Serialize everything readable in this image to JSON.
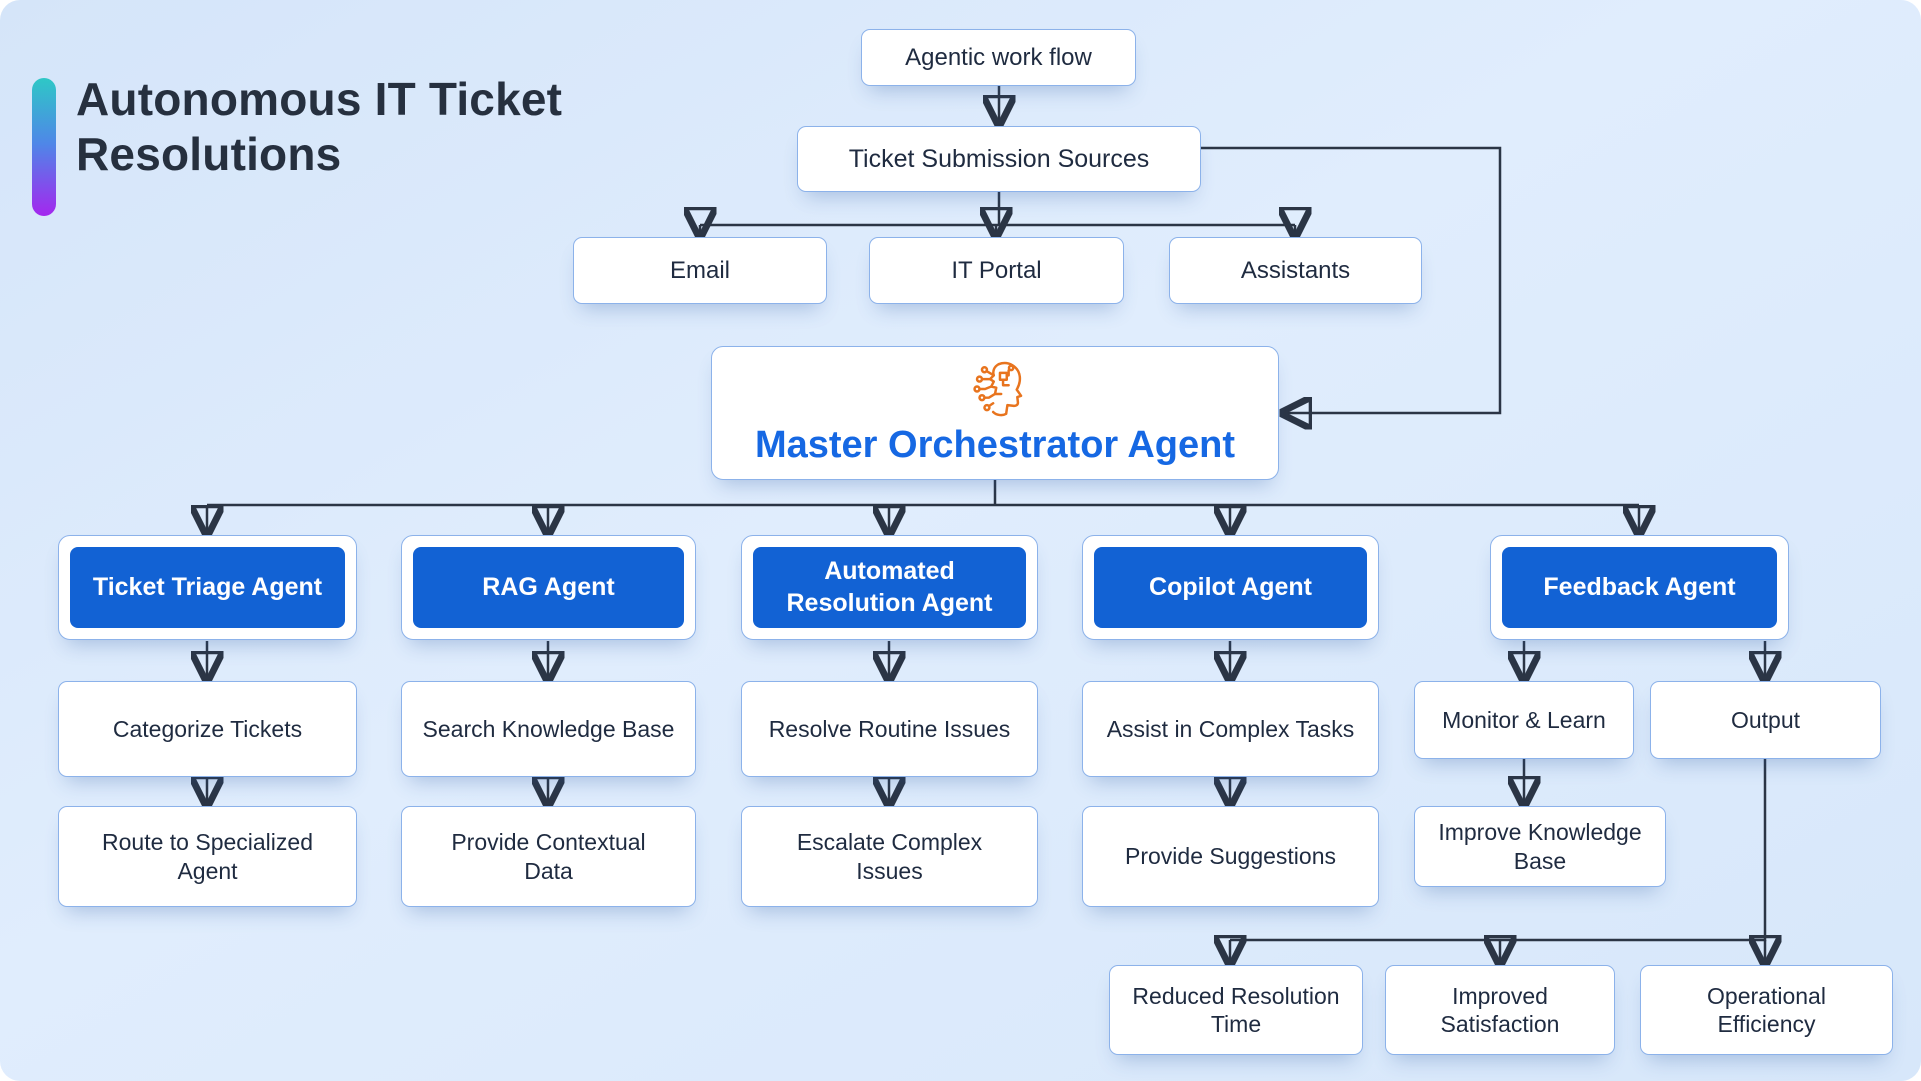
{
  "title": {
    "line1": "Autonomous IT Ticket",
    "line2": "Resolutions"
  },
  "nodes": {
    "agentic_workflow": "Agentic work flow",
    "ticket_submission_sources": "Ticket Submission Sources",
    "email": "Email",
    "it_portal": "IT Portal",
    "assistants": "Assistants",
    "master_orchestrator": "Master Orchestrator Agent",
    "ticket_triage": "Ticket Triage Agent",
    "rag": "RAG Agent",
    "automated_resolution": "Automated Resolution Agent",
    "copilot": "Copilot Agent",
    "feedback": "Feedback Agent",
    "categorize_tickets": "Categorize Tickets",
    "search_knowledge_base": "Search Knowledge Base",
    "resolve_routine_issues": "Resolve Routine Issues",
    "assist_in_complex_tasks": "Assist in Complex Tasks",
    "monitor_learn": "Monitor & Learn",
    "output": "Output",
    "route_to_specialized_agent": "Route to Specialized Agent",
    "provide_contextual_data": "Provide Contextual Data",
    "escalate_complex_issues": "Escalate Complex Issues",
    "provide_suggestions": "Provide Suggestions",
    "improve_knowledge_base": "Improve Knowledge Base",
    "reduced_resolution_time": "Reduced Resolution Time",
    "improved_satisfaction": "Improved Satisfaction",
    "operational_efficiency": "Operational Efficiency"
  },
  "icons": {
    "master_icon": "ai-head-circuit-icon"
  },
  "colors": {
    "background": "#dbe9fb",
    "box_border": "#8cb2ea",
    "box_text": "#1f2b40",
    "agent_fill": "#1262d4",
    "agent_text": "#ffffff",
    "master_text": "#1668e3",
    "icon_orange": "#e8741e",
    "connector": "#2b3545",
    "accent_bar_top": "#2ec8c6",
    "accent_bar_bottom": "#a427ee"
  }
}
